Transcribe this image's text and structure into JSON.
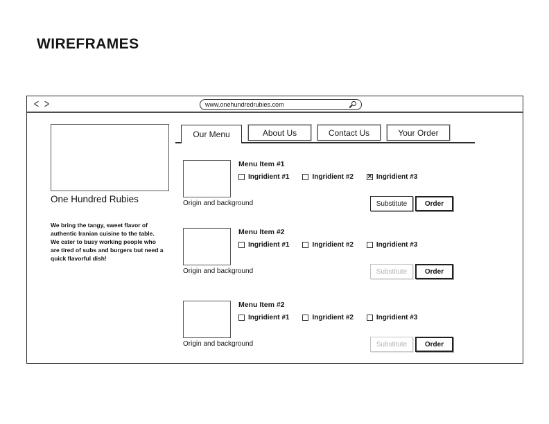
{
  "page": {
    "title": "WIREFRAMES"
  },
  "browser": {
    "back_icon": "<",
    "forward_icon": ">",
    "url": "www.onehundredrubies.com"
  },
  "sidebar": {
    "brand": "One Hundred Rubies",
    "description": "We bring the tangy, sweet flavor of authentic Iranian cuisine to the table. We cater to busy working people who are tired of subs and burgers but need a quick flavorful dish!"
  },
  "tabs": [
    {
      "label": "Our Menu",
      "state": "active"
    },
    {
      "label": "About Us",
      "state": "inactive"
    },
    {
      "label": "Contact Us",
      "state": "inactive"
    },
    {
      "label": "Your Order",
      "state": "inactive"
    }
  ],
  "menu_items": [
    {
      "title": "Menu Item #1",
      "caption": "Origin and background",
      "ingredients": [
        {
          "label": "Ingridient #1",
          "checked": false,
          "mark": ""
        },
        {
          "label": "Ingridient #2",
          "checked": false,
          "mark": ""
        },
        {
          "label": "Ingridient #3",
          "checked": true,
          "mark": "×"
        }
      ],
      "substitute_label": "Substitute",
      "substitute_state": "enabled",
      "order_label": "Order",
      "order_state": "enabled"
    },
    {
      "title": "Menu Item #2",
      "caption": "Origin and background",
      "ingredients": [
        {
          "label": "Ingridient #1",
          "checked": false,
          "mark": ""
        },
        {
          "label": "Ingridient #2",
          "checked": false,
          "mark": ""
        },
        {
          "label": "Ingridient #3",
          "checked": false,
          "mark": ""
        }
      ],
      "substitute_label": "Substitute",
      "substitute_state": "disabled",
      "order_label": "Order",
      "order_state": "enabled"
    },
    {
      "title": "Menu Item #2",
      "caption": "Origin and background",
      "ingredients": [
        {
          "label": "Ingridient #1",
          "checked": false,
          "mark": ""
        },
        {
          "label": "Ingridient #2",
          "checked": false,
          "mark": ""
        },
        {
          "label": "Ingridient #3",
          "checked": false,
          "mark": ""
        }
      ],
      "substitute_label": "Substitute",
      "substitute_state": "disabled",
      "order_label": "Order",
      "order_state": "enabled"
    }
  ],
  "colors": {
    "ink": "#1f1f1f",
    "disabled_gray": "#b3b3b3",
    "border_gray": "#4d4d4d"
  }
}
